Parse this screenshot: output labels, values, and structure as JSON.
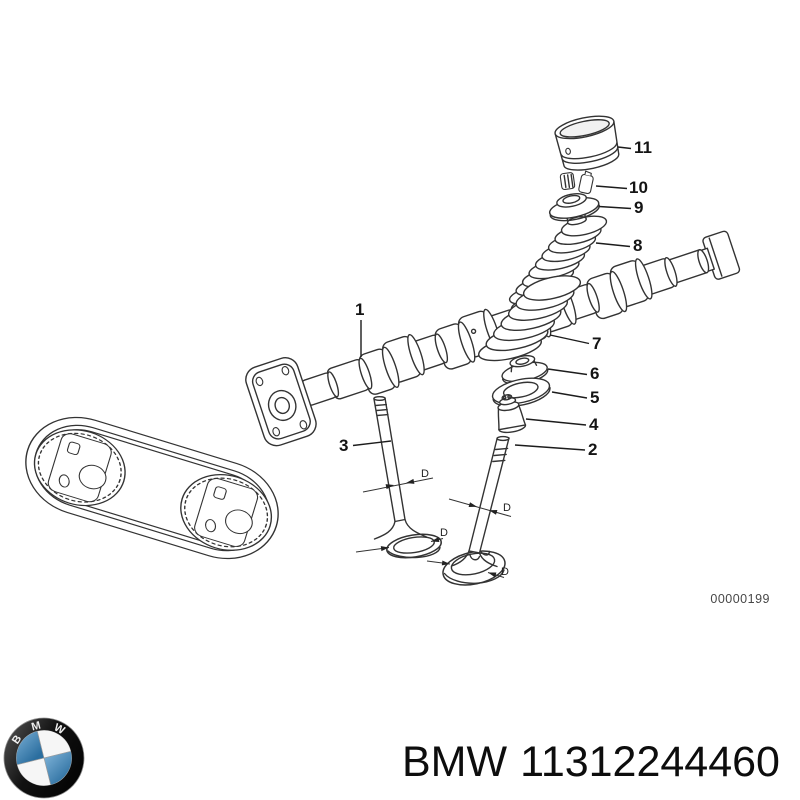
{
  "diagram": {
    "callouts": [
      "1",
      "2",
      "3",
      "4",
      "5",
      "6",
      "7",
      "8",
      "9",
      "10",
      "11"
    ],
    "dimension_label": "D",
    "drawing_number": "00000199"
  },
  "footer": {
    "brand": "BMW",
    "part_number": "11312244460",
    "logo_letters": [
      "B",
      "M",
      "W"
    ]
  },
  "colors": {
    "line": "#333333",
    "label": "#141414",
    "drawing_number_gray": "#474747",
    "logo_blue": "#3f83b8",
    "logo_ring": "#0a0a0a",
    "footer_text": "#0d0d0d",
    "background": "#ffffff"
  }
}
